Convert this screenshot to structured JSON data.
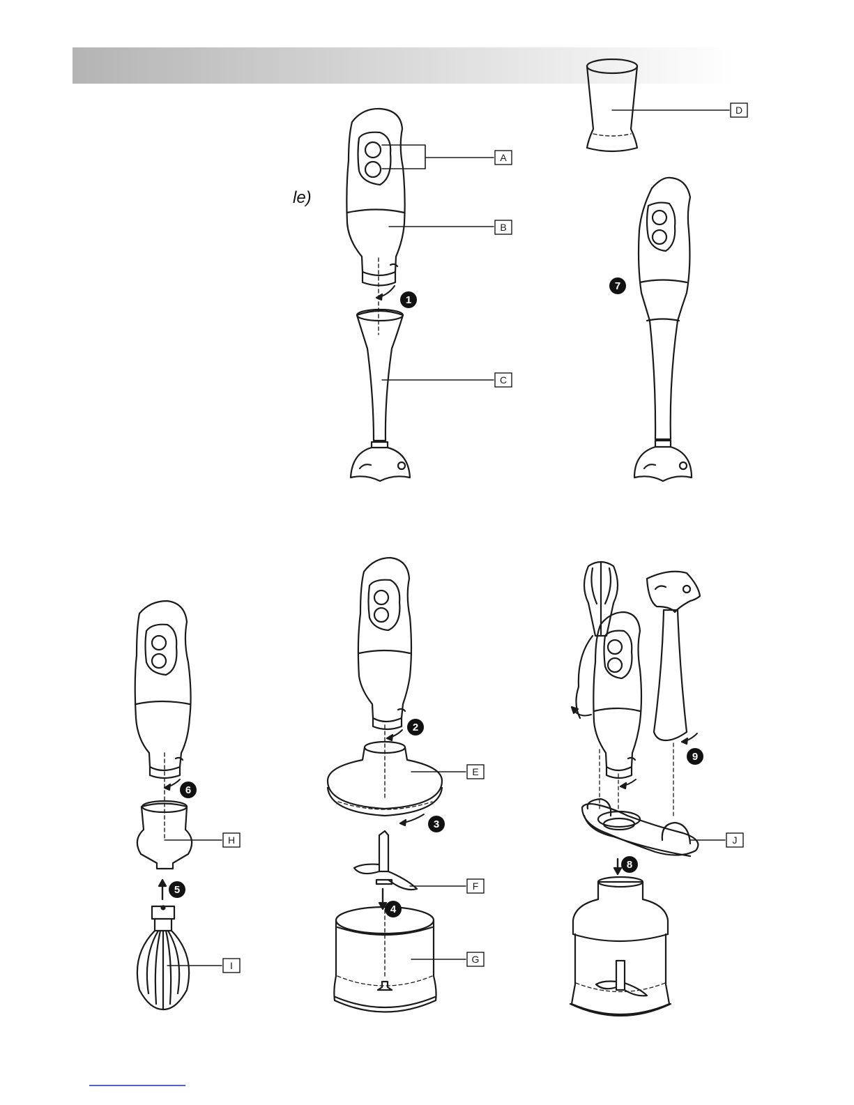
{
  "text_fragment": "le)",
  "labels": {
    "A": "A",
    "B": "B",
    "C": "C",
    "D": "D",
    "E": "E",
    "F": "F",
    "G": "G",
    "H": "H",
    "I": "I",
    "J": "J"
  },
  "steps": {
    "s1": "1",
    "s2": "2",
    "s3": "3",
    "s4": "4",
    "s5": "5",
    "s6": "6",
    "s7": "7",
    "s8": "8",
    "s9": "9"
  },
  "colors": {
    "line": "#1a1a1a",
    "header_bar_dark": "#b4b4b4",
    "header_bar_light": "#ffffff",
    "footer_rule": "#5560c8"
  }
}
